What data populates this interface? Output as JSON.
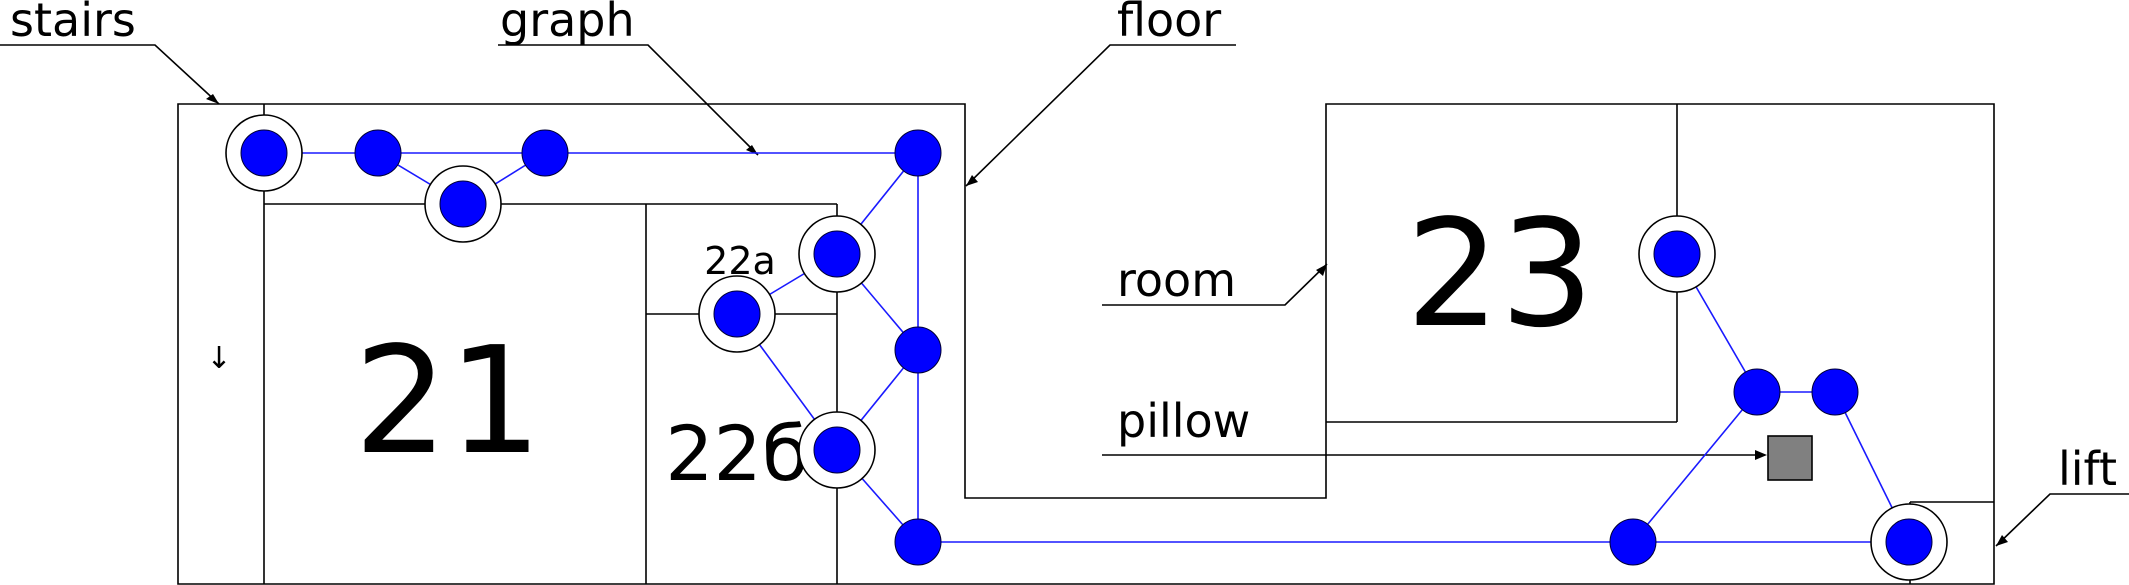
{
  "callouts": {
    "stairs": "stairs",
    "graph": "graph",
    "floor": "floor",
    "room": "room",
    "pillow": "pillow",
    "lift": "lift"
  },
  "rooms": {
    "r21": "21",
    "r22a": "22a",
    "r22b": "22б",
    "r23": "23"
  },
  "stairs_marker": "↓",
  "colors": {
    "node": "#0000ff",
    "edge": "#1a1aff",
    "pillow": "#808080"
  }
}
